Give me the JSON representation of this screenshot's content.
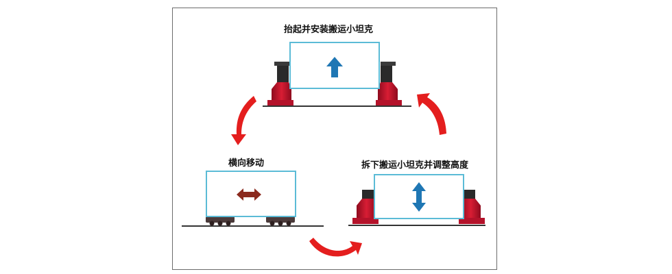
{
  "stages": {
    "top": {
      "label": "抬起并安装搬运小坦克"
    },
    "left": {
      "label": "横向移动"
    },
    "right": {
      "label": "拆下搬运小坦克并调整高度"
    }
  },
  "colors": {
    "frame": "#6b6b6b",
    "box_outline": "#5bbbd6",
    "arrow_blue": "#1f77b4",
    "arrow_brown": "#8b2a1e",
    "cycle_arrow_red": "#e41e1e",
    "jack_red": "#c8102e",
    "ground": "#333333"
  },
  "icons": {
    "up_arrow": "up-arrow-icon",
    "left_right_arrow": "left-right-arrow-icon",
    "up_down_arrow": "up-down-arrow-icon"
  }
}
